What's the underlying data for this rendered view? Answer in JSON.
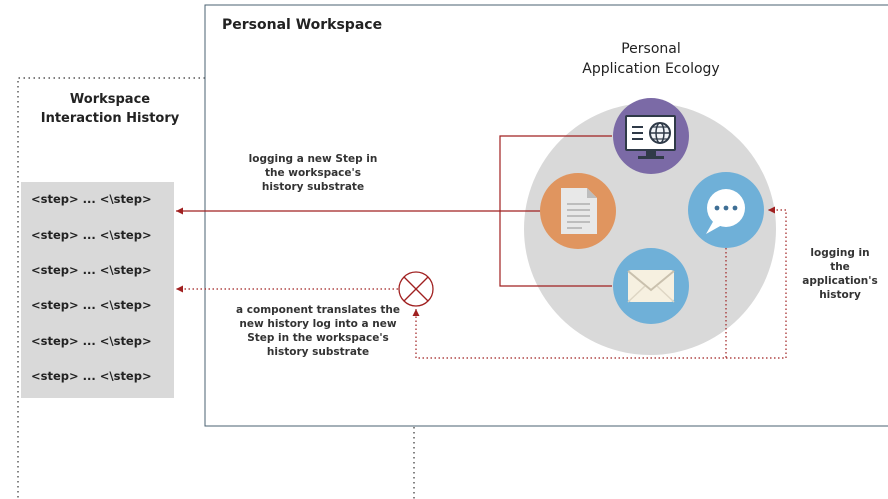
{
  "workspace": {
    "title": "Personal Workspace"
  },
  "ecology": {
    "title_line1": "Personal",
    "title_line2": "Application Ecology",
    "apps": [
      {
        "icon": "web-browser-icon",
        "color": "#7b6aa6"
      },
      {
        "icon": "document-icon",
        "color": "#e0955f"
      },
      {
        "icon": "chat-icon",
        "color": "#6fb0d8"
      },
      {
        "icon": "mail-icon",
        "color": "#6fb0d8"
      }
    ]
  },
  "history": {
    "title_line1": "Workspace",
    "title_line2": "Interaction History",
    "steps": [
      "<step> ... <\\step>",
      "<step> ... <\\step>",
      "<step> ... <\\step>",
      "<step> ... <\\step>",
      "<step> ... <\\step>",
      "<step> ... <\\step>"
    ]
  },
  "annotations": {
    "logging_step": [
      "logging a new Step in",
      "the workspace's",
      "history substrate"
    ],
    "translator": [
      "a component translates the",
      "new history log into a new",
      "Step in the workspace's",
      "history substrate"
    ],
    "logging_app": [
      "logging in",
      "the",
      "application's",
      "history"
    ]
  },
  "colors": {
    "arrow": "#a02020",
    "panel": "#d9d9d9",
    "ecology_circle": "#d9d9d9",
    "workspace_border": "#4a6070"
  }
}
